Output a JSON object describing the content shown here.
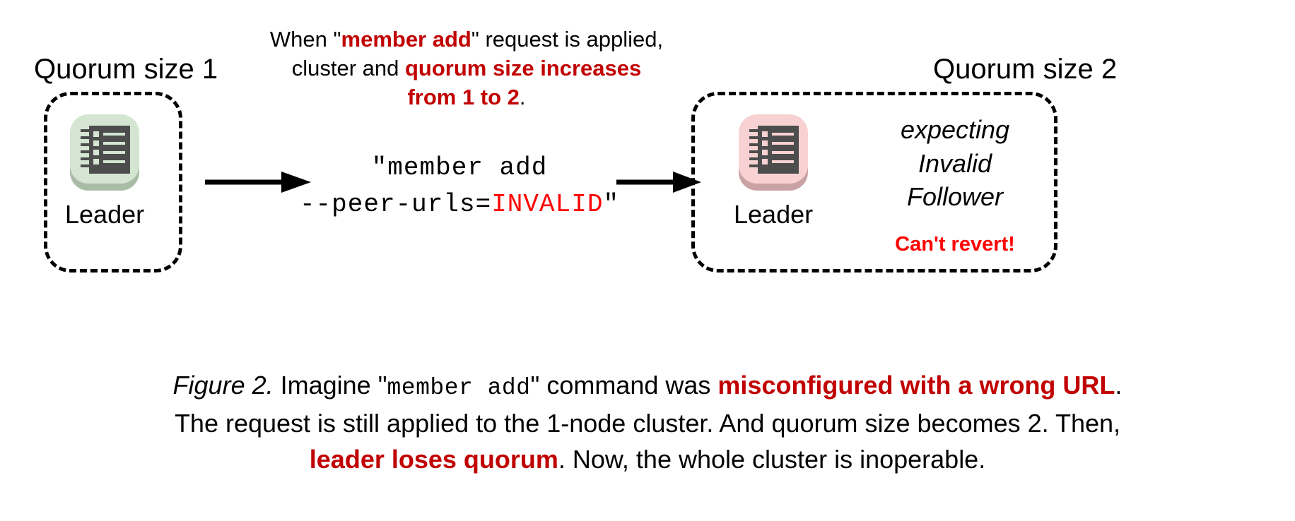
{
  "figure": {
    "left_cluster": {
      "title": "Quorum size 1",
      "node_label": "Leader",
      "node_icon": "server-rack-icon",
      "tile_color": "#d4e6d2",
      "tile_shadow_color": "#a9bca6"
    },
    "right_cluster": {
      "title": "Quorum size 2",
      "node_label": "Leader",
      "node_icon": "server-rack-icon",
      "tile_color": "#f8d2d2",
      "tile_shadow_color": "#c9a3a3",
      "status_lines": [
        "expecting",
        "Invalid",
        "Follower"
      ],
      "warning": "Can't revert!",
      "warning_color": "#ff0000"
    },
    "top_note": {
      "part1": "When \"",
      "highlight1": "member add",
      "part2": "\" request is applied,",
      "part3": "cluster and ",
      "highlight2": "quorum size increases",
      "highlight3": "from 1 to 2",
      "part4": ".",
      "highlight_color": "#c10000"
    },
    "command": {
      "line1": "\"member add",
      "line2_prefix": "--peer-urls=",
      "line2_invalid": "INVALID",
      "line2_suffix": "\"",
      "invalid_color": "#ff0000"
    },
    "arrows": {
      "arrow1": "arrow-right-icon",
      "arrow2": "arrow-right-icon"
    },
    "caption": {
      "fig_label": "Figure 2.",
      "t1": " Imagine \"",
      "mono1": "member add",
      "t2": "\" command was ",
      "bold1": "misconfigured with a wrong URL",
      "t3": ".",
      "t4": "The request is still applied to the 1-node cluster. And quorum size becomes 2. Then,",
      "bold2": "leader loses quorum",
      "t5": ". Now, the whole cluster is inoperable.",
      "highlight_color": "#c10000"
    }
  }
}
